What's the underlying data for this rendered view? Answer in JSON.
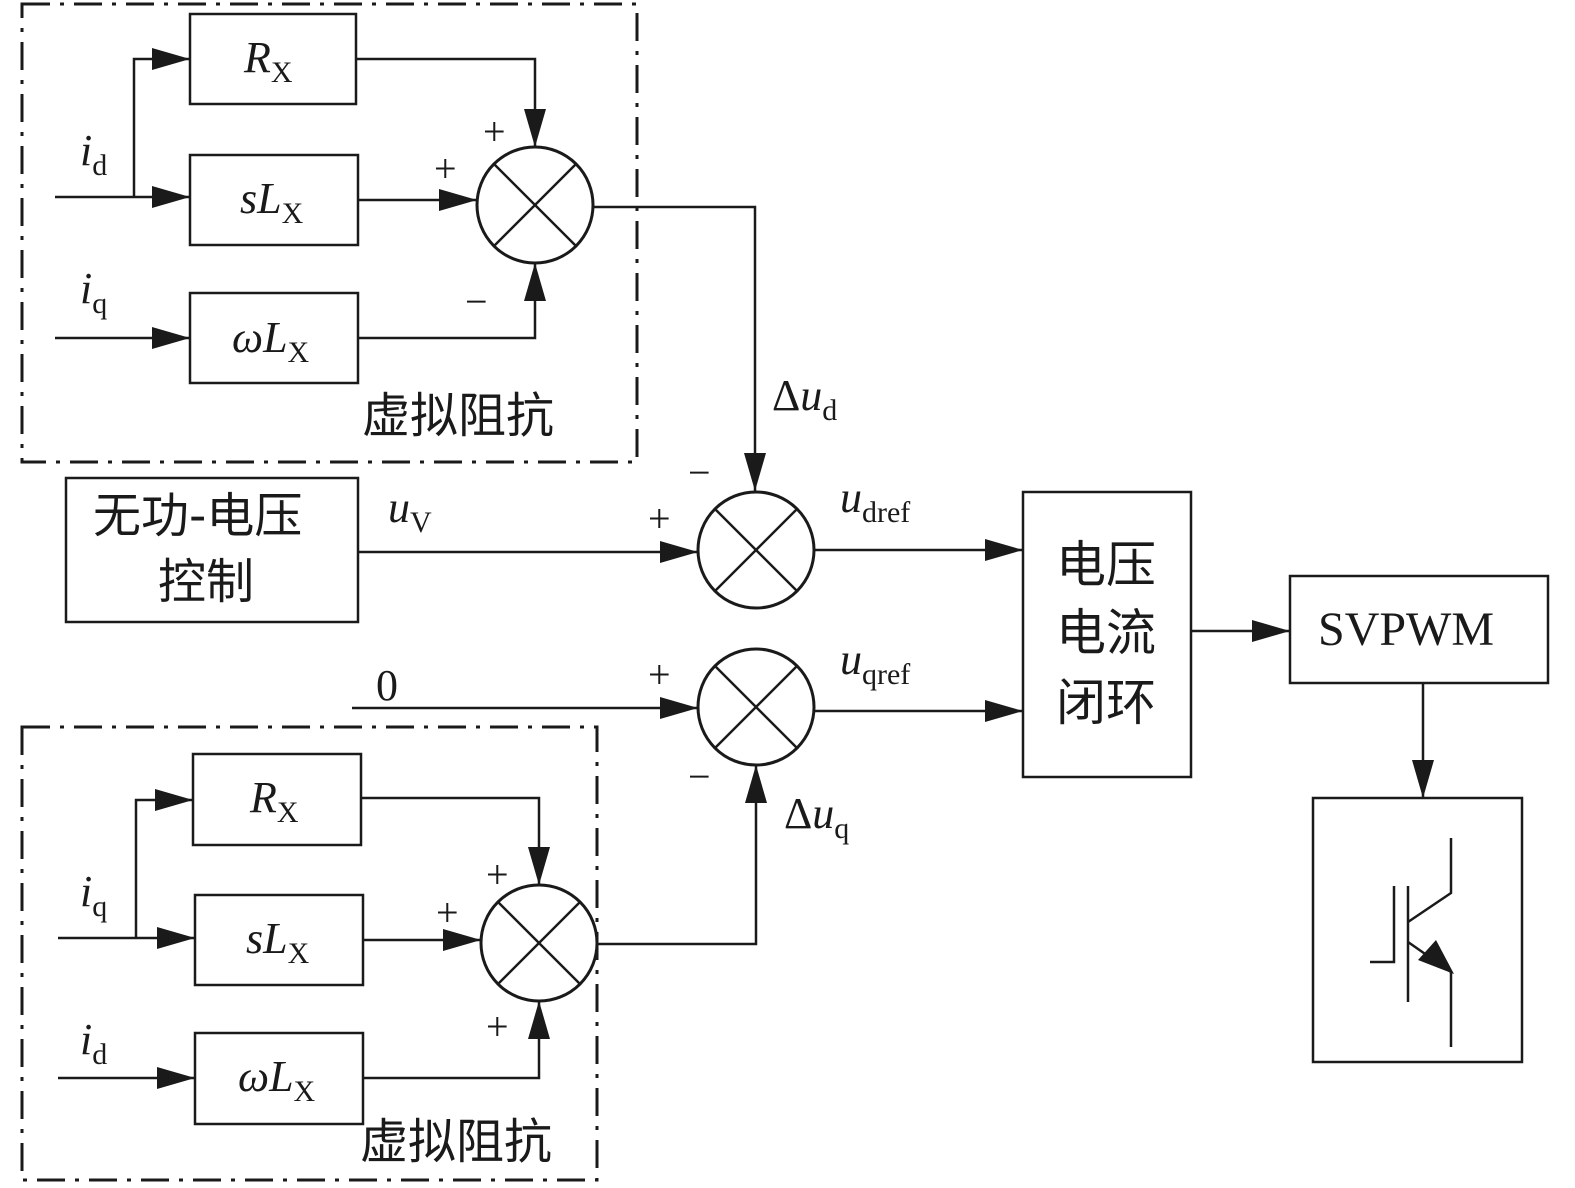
{
  "virtual_impedance_label": "虚拟阻抗",
  "blocks": {
    "rx": {
      "sym": "R",
      "sub": "X"
    },
    "slx": {
      "sym": "sL",
      "sub": "X"
    },
    "wlx": {
      "sym": "ωL",
      "sub": "X"
    },
    "reactive_voltage_line1": "无功-电压",
    "reactive_voltage_line2": "控制",
    "vc_loop_line1": "电压",
    "vc_loop_line2": "电流",
    "vc_loop_line3": "闭环",
    "svpwm": "SVPWM"
  },
  "signals": {
    "i": "i",
    "d": "d",
    "q": "q",
    "u": "u",
    "delta": "Δ",
    "v_sub": "V",
    "dref_sub": "dref",
    "qref_sub": "qref",
    "zero": "0"
  },
  "signs": {
    "plus": "+",
    "minus": "−"
  }
}
